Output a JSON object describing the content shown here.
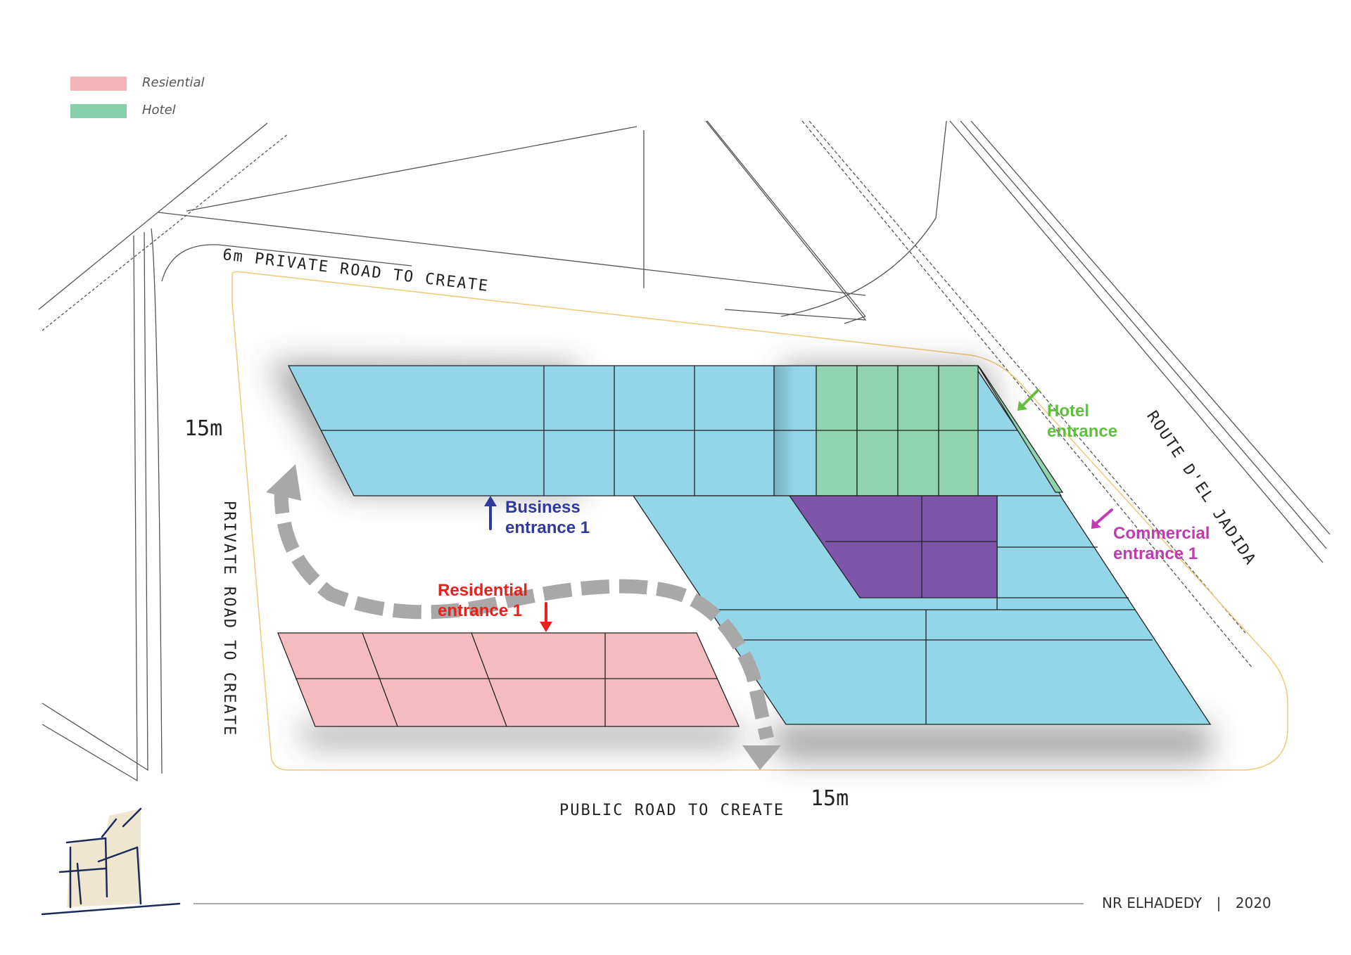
{
  "legend": [
    {
      "label": "Resiential",
      "color": "#f2b4b7"
    },
    {
      "label": "Hotel",
      "color": "#86cfa8"
    }
  ],
  "roads": {
    "top": "6m PRIVATE ROAD TO CREATE",
    "left": "PRIVATE ROAD TO CREATE",
    "bottom": "PUBLIC ROAD TO CREATE",
    "right": "ROUTE D'EL JADIDA",
    "left_width": "15m",
    "bottom_width": "15m"
  },
  "entrances": {
    "hotel": {
      "line1": "Hotel",
      "line2": "entrance",
      "color": "#5fbf3f"
    },
    "business": {
      "line1": "Business",
      "line2": "entrance 1",
      "color": "#2e3a9e"
    },
    "commercial": {
      "line1": "Commercial",
      "line2": "entrance 1",
      "color": "#c03bb0"
    },
    "residential": {
      "line1": "Residential",
      "line2": "entrance 1",
      "color": "#e8211c"
    }
  },
  "colors": {
    "business": "#92d6e8",
    "hotel": "#8fd4ac",
    "commercial": "#7e55a8",
    "residential": "#f5bcc0",
    "boundary": "#f0c878",
    "path": "#a8a8a8"
  },
  "footer": {
    "author": "NR ELHADEDY",
    "separator": "|",
    "year": "2020"
  }
}
